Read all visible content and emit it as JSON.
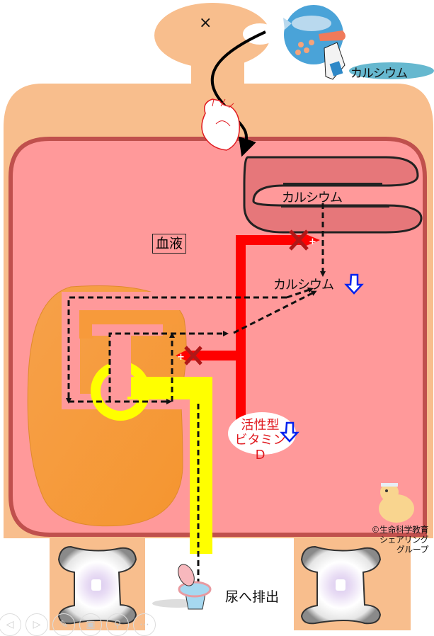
{
  "colors": {
    "skin": "#f8be8d",
    "blood": "#ff999a",
    "blood_border": "#c0504d",
    "intestine": "#e6777a",
    "kidney": "#f79a3b",
    "urine_duct": "#ffff00",
    "hormone": "#ff0000",
    "down_arrow": "#0022ee",
    "vitamin_text": "#e0191f",
    "food_bubble": "#4aa3d8",
    "food_label_bg": "#66b8cf"
  },
  "labels": {
    "mouth_mark": "×",
    "food_calcium": "カルシウム",
    "intestine_calcium": "カルシウム",
    "blood_box": "血液",
    "blood_calcium": "カルシウム",
    "active_vitamin_d_line1": "活性型",
    "active_vitamin_d_line2": "ビタミンD",
    "excretion": "尿へ排出",
    "credit_line1": "©生命科学教育",
    "credit_line2": "シェアリング",
    "credit_line3": "グループ"
  },
  "indicators": {
    "blood_calcium_trend": "down",
    "vitamin_d_trend": "down",
    "vitamin_d_intestine_action": "blocked",
    "vitamin_d_kidney_action": "blocked"
  },
  "icons": [
    "fish-icon",
    "salmon-icon",
    "shrimp-icon",
    "milk-carton-icon",
    "heart-icon",
    "toilet-icon",
    "chick-icon",
    "bone-icon"
  ],
  "controls": [
    {
      "name": "prev-slide-button",
      "glyph": "◁"
    },
    {
      "name": "next-slide-button",
      "glyph": "▷"
    },
    {
      "name": "pen-tool-button",
      "glyph": "✎"
    },
    {
      "name": "slides-view-button",
      "glyph": "▣"
    },
    {
      "name": "zoom-button",
      "glyph": "⚲"
    },
    {
      "name": "more-options-button",
      "glyph": "⋯"
    }
  ]
}
